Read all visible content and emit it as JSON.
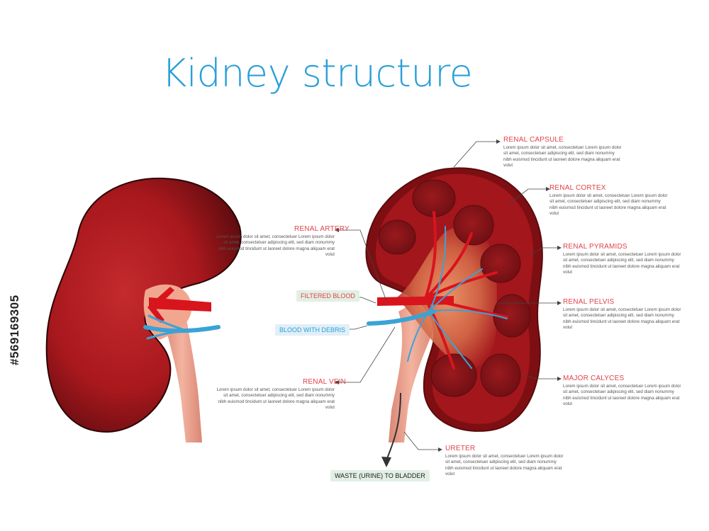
{
  "title": "Kidney structure",
  "labels": {
    "renal_capsule": "RENAL CAPSULE",
    "renal_cortex": "RENAL CORTEX",
    "renal_pyramids": "RENAL PYRAMIDS",
    "renal_pelvis": "RENAL PELVIS",
    "major_calyces": "MAJOR CALYCES",
    "ureter": "URETER",
    "renal_artery": "RENAL ARTERY",
    "renal_vein": "RENAL VEIN"
  },
  "tags": {
    "filtered_blood": "FILTERED BLOOD",
    "blood_with_debris": "BLOOD WITH DEBRIS",
    "waste": "WASTE (URINE) TO BLADDER"
  },
  "description": "Lorem ipsum dolor sit amet, consectetuer Lorem ipsum dolor sit amet, consectetuer adipiscing elit, sed diam nonummy nibh euismod tincidunt ut laoreet dolore magna aliquam erat volut",
  "watermark_id": "#569169305",
  "colors": {
    "title": "#2a9fd8",
    "label": "#e0424a",
    "kidney": "#a3161c",
    "kidney_dark": "#5a0b0e",
    "pyramid": "#7a1216",
    "artery": "#d8141c",
    "vein": "#3aa3d6",
    "ureter": "#eba18c"
  }
}
